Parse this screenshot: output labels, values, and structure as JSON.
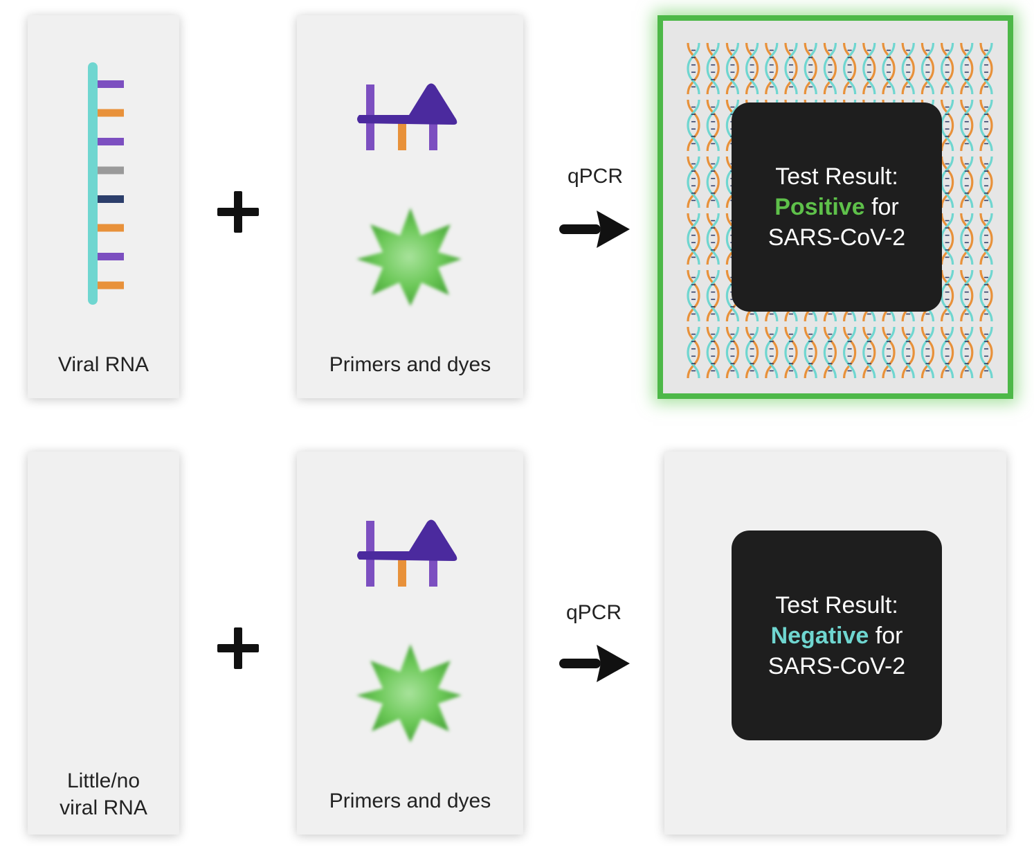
{
  "top_row": {
    "sample_label": "Viral RNA",
    "primer_label": "Primers and dyes",
    "arrow_label": "qPCR",
    "result": {
      "line1": "Test Result:",
      "status_word": "Positive",
      "line2_suffix": " for",
      "line3": "SARS-CoV-2"
    }
  },
  "bottom_row": {
    "sample_label_line1": "Little/no",
    "sample_label_line2": "viral RNA",
    "primer_label": "Primers and dyes",
    "arrow_label": "qPCR",
    "result": {
      "line1": "Test Result:",
      "status_word": "Negative",
      "line2_suffix": " for",
      "line3": "SARS-CoV-2"
    }
  },
  "colors": {
    "positive": "#5ec04a",
    "negative": "#6fd6d0",
    "rna_backbone": "#6fd6d0",
    "primer_purple": "#4b2a9e",
    "dye_green": "#5ec04a",
    "orange": "#e8913a"
  },
  "rna_base_colors": [
    "#7c4fc0",
    "#e8913a",
    "#7c4fc0",
    "#9a9a9a",
    "#2c3e6b",
    "#e8913a",
    "#7c4fc0",
    "#e8913a"
  ]
}
